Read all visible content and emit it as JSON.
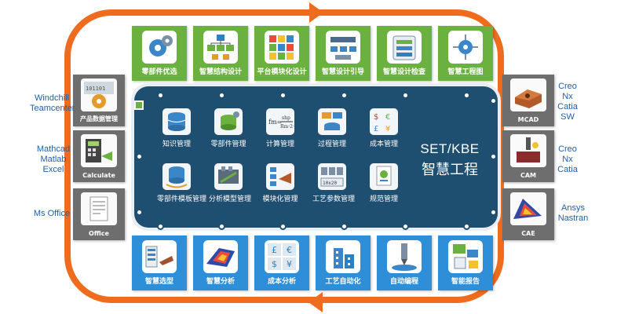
{
  "center": {
    "title_en": "SET/KBE",
    "title_cn": "智慧工程"
  },
  "top_tiles": [
    {
      "label": "零部件优选",
      "icon": "gears-icon"
    },
    {
      "label": "智慧结构设计",
      "icon": "hierarchy-icon"
    },
    {
      "label": "平台模块化设计",
      "icon": "module-grid-icon"
    },
    {
      "label": "智慧设计引导",
      "icon": "flowchart-icon"
    },
    {
      "label": "智慧设计检查",
      "icon": "checklist-icon"
    },
    {
      "label": "智慧工程图",
      "icon": "drawing-icon"
    }
  ],
  "bottom_tiles": [
    {
      "label": "智慧选型",
      "icon": "selection-icon"
    },
    {
      "label": "智慧分析",
      "icon": "analysis-icon"
    },
    {
      "label": "成本分析",
      "icon": "cost-icon"
    },
    {
      "label": "工艺自动化",
      "icon": "factory-icon"
    },
    {
      "label": "自动编程",
      "icon": "cnc-icon"
    },
    {
      "label": "智能报告",
      "icon": "report-icon"
    }
  ],
  "modules_row1": [
    {
      "label": "知识管理",
      "icon": "database-icon"
    },
    {
      "label": "零部件管理",
      "icon": "parts-db-icon"
    },
    {
      "label": "计算管理",
      "icon": "formula-icon"
    },
    {
      "label": "过程管理",
      "icon": "process-icon"
    },
    {
      "label": "成本管理",
      "icon": "currency-icon"
    }
  ],
  "modules_row2": [
    {
      "label": "零部件模板管理",
      "icon": "template-db-icon"
    },
    {
      "label": "分析模型管理",
      "icon": "engine-icon"
    },
    {
      "label": "模块化管理",
      "icon": "module-tree-icon"
    },
    {
      "label": "工艺参数管理",
      "icon": "parameter-icon"
    },
    {
      "label": "规范管理",
      "icon": "standard-icon"
    }
  ],
  "left_tiles": [
    {
      "label": "产品数据管理",
      "icon": "pdm-icon",
      "ext": [
        "Windchill",
        "Teamcenter"
      ]
    },
    {
      "label": "Calculate",
      "icon": "calculator-icon",
      "ext": [
        "Mathcad",
        "Matlab",
        "Excel"
      ]
    },
    {
      "label": "Office",
      "icon": "document-icon",
      "ext": [
        "Ms Office"
      ]
    }
  ],
  "right_tiles": [
    {
      "label": "MCAD",
      "icon": "cad-part-icon",
      "ext": [
        "Creo",
        "Nx",
        "Catia",
        "SW"
      ]
    },
    {
      "label": "CAM",
      "icon": "cam-icon",
      "ext": [
        "Creo",
        "Nx",
        "Catia"
      ]
    },
    {
      "label": "CAE",
      "icon": "fea-icon",
      "ext": [
        "Ansys",
        "Nastran"
      ]
    }
  ],
  "colors": {
    "ring": "#ef6c1e",
    "panel": "#1f4f70",
    "green": "#6bb13f",
    "blue": "#2e8fd8",
    "gray": "#6e6e6e",
    "ext_text": "#1f5fa8"
  }
}
